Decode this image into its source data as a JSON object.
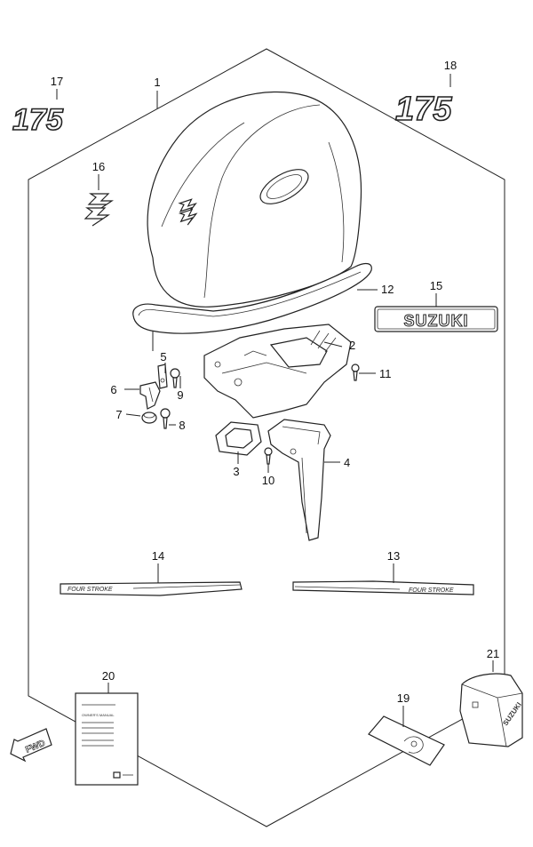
{
  "callouts": [
    {
      "id": "1",
      "label": "1"
    },
    {
      "id": "2",
      "label": "2"
    },
    {
      "id": "3",
      "label": "3"
    },
    {
      "id": "4",
      "label": "4"
    },
    {
      "id": "5",
      "label": "5"
    },
    {
      "id": "6",
      "label": "6"
    },
    {
      "id": "7",
      "label": "7"
    },
    {
      "id": "8",
      "label": "8"
    },
    {
      "id": "9",
      "label": "9"
    },
    {
      "id": "10",
      "label": "10"
    },
    {
      "id": "11",
      "label": "11"
    },
    {
      "id": "12",
      "label": "12"
    },
    {
      "id": "13",
      "label": "13"
    },
    {
      "id": "14",
      "label": "14"
    },
    {
      "id": "15",
      "label": "15"
    },
    {
      "id": "16",
      "label": "16"
    },
    {
      "id": "17",
      "label": "17"
    },
    {
      "id": "18",
      "label": "18"
    },
    {
      "id": "19",
      "label": "19"
    },
    {
      "id": "20",
      "label": "20"
    },
    {
      "id": "21",
      "label": "21"
    }
  ],
  "decals": {
    "model_number_left": "175",
    "model_number_right": "175",
    "brand_text": "SUZUKI",
    "stripe_left_text": "FOUR STROKE",
    "stripe_right_text": "FOUR STROKE",
    "cover_text": "SUZUKI"
  },
  "manual": {
    "heading": "OWNER'S MANUAL"
  },
  "direction_badge": "FWD"
}
